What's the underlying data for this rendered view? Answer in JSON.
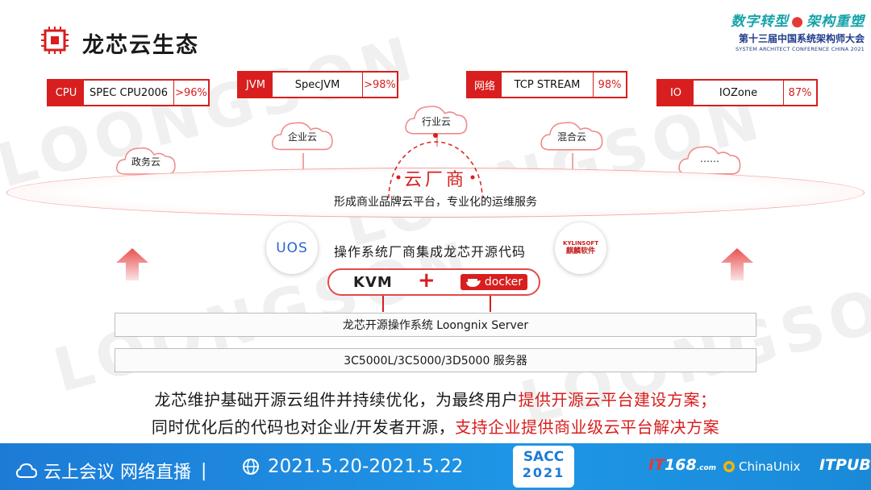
{
  "header": {
    "title": "龙芯云生态",
    "conference": {
      "slogan_left": "数字转型",
      "slogan_right": "架构重塑",
      "name_cn": "第十三届中国系统架构师大会",
      "name_en": "SYSTEM ARCHITECT CONFERENCE CHINA 2021"
    }
  },
  "benchmarks": [
    {
      "key": "CPU",
      "name": "SPEC CPU2006",
      "value": ">96%"
    },
    {
      "key": "JVM",
      "name": "SpecJVM",
      "value": ">98%"
    },
    {
      "key": "网络",
      "name": "TCP STREAM",
      "value": "98%"
    },
    {
      "key": "IO",
      "name": "IOZone",
      "value": "87%"
    }
  ],
  "clouds": [
    "政务云",
    "企业云",
    "行业云",
    "混合云",
    "……"
  ],
  "vendor": {
    "label": "云厂商",
    "description": "形成商业品牌云平台，专业化的运维服务"
  },
  "os_row": {
    "uos_logo": "UOS",
    "kylin_logo_top": "KYLINSOFT",
    "kylin_logo_bottom": "麒麟软件",
    "text": "操作系统厂商集成龙芯开源代码"
  },
  "virt": {
    "kvm": "KVM",
    "plus": "+",
    "docker": "docker"
  },
  "layers": {
    "os": "龙芯开源操作系统 Loongnix Server",
    "hardware": "3C5000L/3C5000/3D5000 服务器"
  },
  "summary": {
    "line1_plain": "龙芯维护基础开源云组件并持续优化，为最终用户",
    "line1_highlight": "提供开源云平台建设方案；",
    "line2_plain": "同时优化后的代码也对企业/开发者开源，",
    "line2_highlight": "支持企业提供商业级云平台解决方案"
  },
  "footer": {
    "left_text": "云上会议 网络直播",
    "separator": "|",
    "dates": "2021.5.20-2021.5.22",
    "badge_top": "SACC",
    "badge_bottom": "2021",
    "logo1_prefix": "IT",
    "logo1_main": "168",
    "logo1_suffix": ".com",
    "logo2": "ChinaUnix",
    "logo3": "ITPUB"
  },
  "watermark": [
    "LOONGSON",
    "LOONGSON",
    "LOONGSON",
    "LOONGSO"
  ],
  "colors": {
    "accent": "#d81e1e",
    "footer_blue": "#1e96e6",
    "conference_teal": "#13a3a8"
  }
}
